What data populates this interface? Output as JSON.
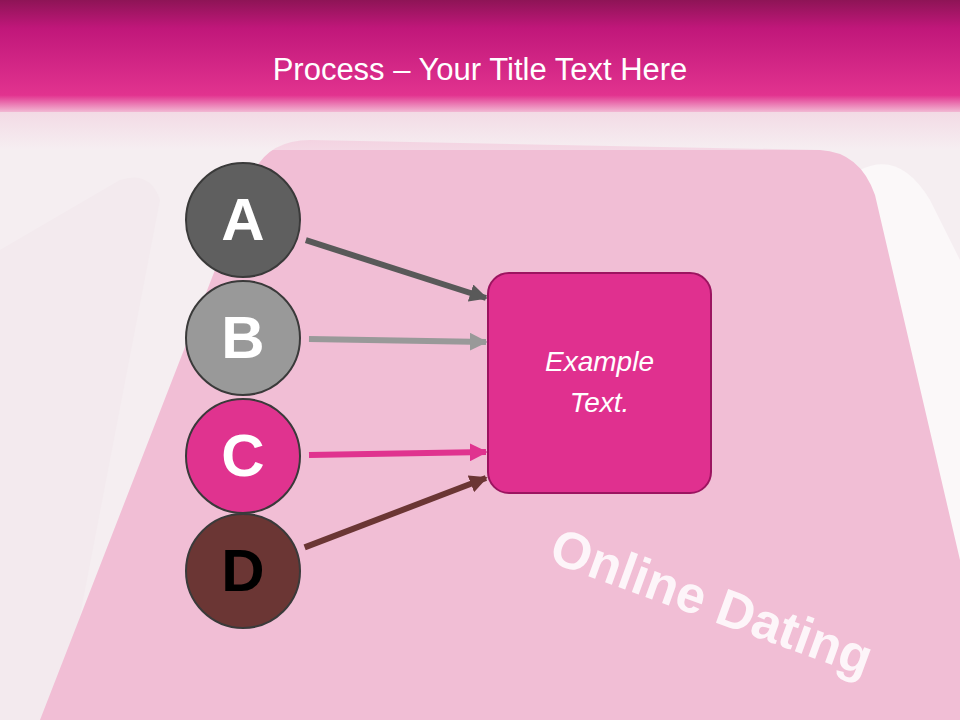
{
  "diagram": {
    "title": "Process – Your Title Text Here",
    "nodes": [
      {
        "text": [
          "A"
        ]
      },
      {
        "text": [
          "B"
        ]
      },
      {
        "text": [
          "C"
        ]
      },
      {
        "text": [
          "D"
        ]
      },
      {
        "text": [
          "Example Text."
        ]
      }
    ],
    "edges": [
      {
        "from": 0,
        "to": 4,
        "arrow": "to"
      },
      {
        "from": 1,
        "to": 4,
        "arrow": "to"
      },
      {
        "from": 2,
        "to": 4,
        "arrow": "to"
      },
      {
        "from": 3,
        "to": 4,
        "arrow": "to"
      }
    ],
    "labels": [
      "Online Dating"
    ]
  }
}
